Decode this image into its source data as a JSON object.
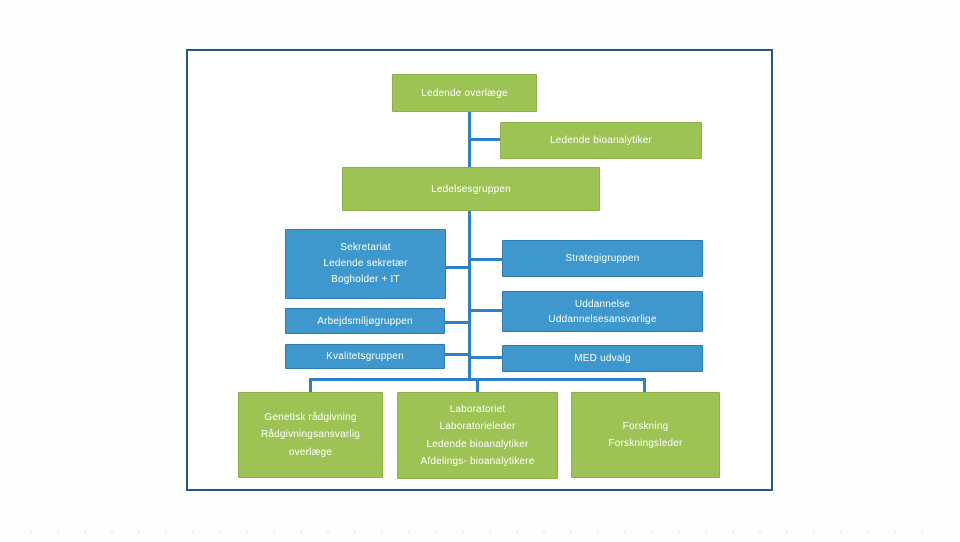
{
  "diagram": {
    "type": "org-chart",
    "language": "Danish",
    "colors": {
      "frame_border": "#27568b",
      "green_fill": "#9dc355",
      "green_border": "#8cb047",
      "blue_fill": "#3e98ce",
      "blue_border": "#2f7cb2",
      "connector": "#2d7fc8",
      "text": "#ffffff",
      "page_background": "#ffffff"
    },
    "nodes": {
      "ledende_overlaege": {
        "color": "green",
        "lines": [
          "Ledende overlæge"
        ]
      },
      "ledende_bioanalytiker": {
        "color": "green",
        "lines": [
          "Ledende bioanalytiker"
        ]
      },
      "ledelsesgruppen": {
        "color": "green",
        "lines": [
          "Ledelsesgruppen"
        ]
      },
      "sekretariat": {
        "color": "blue",
        "lines": [
          "Sekretariat",
          "Ledende sekretær",
          "Bogholder + IT"
        ]
      },
      "strategigruppen": {
        "color": "blue",
        "lines": [
          "Strategigruppen"
        ]
      },
      "uddannelse": {
        "color": "blue",
        "lines": [
          "Uddannelse",
          "Uddannelsesansvarlige"
        ]
      },
      "arbejdsmiljoegruppen": {
        "color": "blue",
        "lines": [
          "Arbejdsmiljøgruppen"
        ]
      },
      "kvalitetsgruppen": {
        "color": "blue",
        "lines": [
          "Kvalitetsgruppen"
        ]
      },
      "med_udvalg": {
        "color": "blue",
        "lines": [
          "MED udvalg"
        ]
      },
      "genetisk_raadgivning": {
        "color": "green",
        "lines": [
          "Genetisk rådgivning",
          "Rådgivningsansvarlig overlæge"
        ]
      },
      "laboratoriet": {
        "color": "green",
        "lines": [
          "Laboratoriet",
          "Laboratorieleder",
          "Ledende bioanalytiker",
          "Afdelings- bioanalytikere"
        ]
      },
      "forskning": {
        "color": "green",
        "lines": [
          "Forskning",
          "Forskningsleder"
        ]
      }
    },
    "edges": [
      {
        "from": "ledende_overlaege",
        "to": "ledende_bioanalytiker"
      },
      {
        "from": "ledende_overlaege",
        "to": "ledelsesgruppen"
      },
      {
        "from": "ledelsesgruppen",
        "to": "sekretariat"
      },
      {
        "from": "ledelsesgruppen",
        "to": "strategigruppen"
      },
      {
        "from": "ledelsesgruppen",
        "to": "uddannelse"
      },
      {
        "from": "ledelsesgruppen",
        "to": "arbejdsmiljoegruppen"
      },
      {
        "from": "ledelsesgruppen",
        "to": "kvalitetsgruppen"
      },
      {
        "from": "ledelsesgruppen",
        "to": "med_udvalg"
      },
      {
        "from": "ledelsesgruppen",
        "to": "genetisk_raadgivning"
      },
      {
        "from": "ledelsesgruppen",
        "to": "laboratoriet"
      },
      {
        "from": "ledelsesgruppen",
        "to": "forskning"
      }
    ]
  }
}
